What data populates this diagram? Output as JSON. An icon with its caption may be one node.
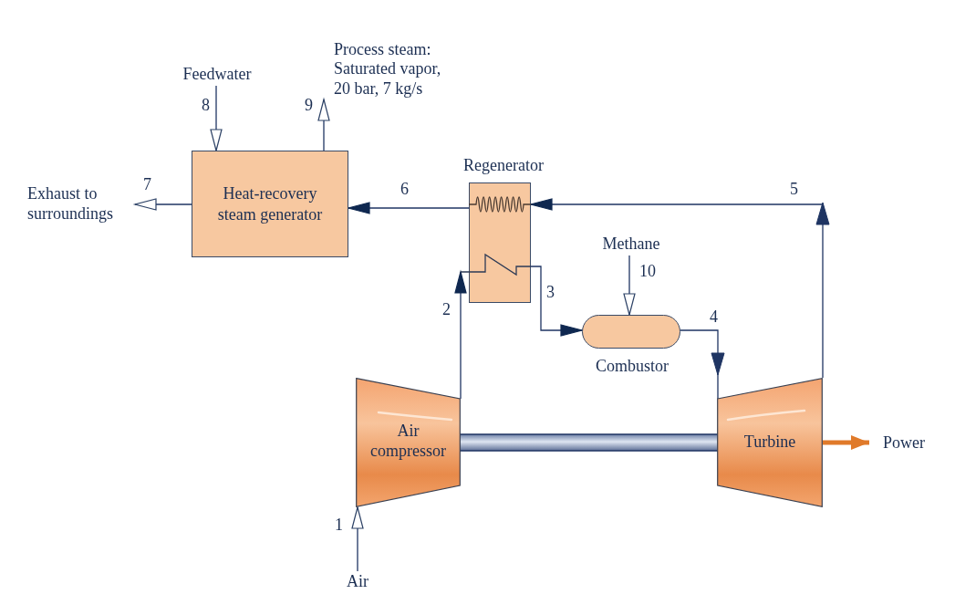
{
  "diagram": {
    "nodes": [
      {
        "text": [
          "Heat-recovery steam generator"
        ]
      },
      {
        "text": [
          "Regenerator"
        ]
      },
      {
        "text": [
          "Combustor"
        ]
      },
      {
        "text": [
          "Air compressor"
        ]
      },
      {
        "text": [
          "Turbine"
        ]
      },
      {
        "text": [
          "Feedwater"
        ]
      },
      {
        "text": [
          "Process steam: Saturated vapor, 20 bar, 7 kg/s"
        ]
      },
      {
        "text": [
          "Exhaust to surroundings"
        ]
      },
      {
        "text": [
          "Methane"
        ]
      },
      {
        "text": [
          "Air"
        ]
      },
      {
        "text": [
          "Power"
        ]
      }
    ],
    "edges": [
      {
        "from": 5,
        "to": 0,
        "arrow": "to",
        "label": "8"
      },
      {
        "from": 0,
        "to": 6,
        "arrow": "to",
        "label": "9"
      },
      {
        "from": 0,
        "to": 7,
        "arrow": "to",
        "label": "7"
      },
      {
        "from": 1,
        "to": 0,
        "arrow": "to",
        "label": "6"
      },
      {
        "from": 4,
        "to": 1,
        "arrow": "to",
        "label": "5"
      },
      {
        "from": 3,
        "to": 1,
        "arrow": "to",
        "label": "2"
      },
      {
        "from": 1,
        "to": 2,
        "arrow": "to",
        "label": "3"
      },
      {
        "from": 2,
        "to": 4,
        "arrow": "to",
        "label": "4"
      },
      {
        "from": 8,
        "to": 2,
        "arrow": "to",
        "label": "10"
      },
      {
        "from": 9,
        "to": 3,
        "arrow": "to",
        "label": "1"
      },
      {
        "from": 4,
        "to": 10,
        "arrow": "to",
        "style": "thick",
        "color": "#e07a2a"
      }
    ]
  }
}
